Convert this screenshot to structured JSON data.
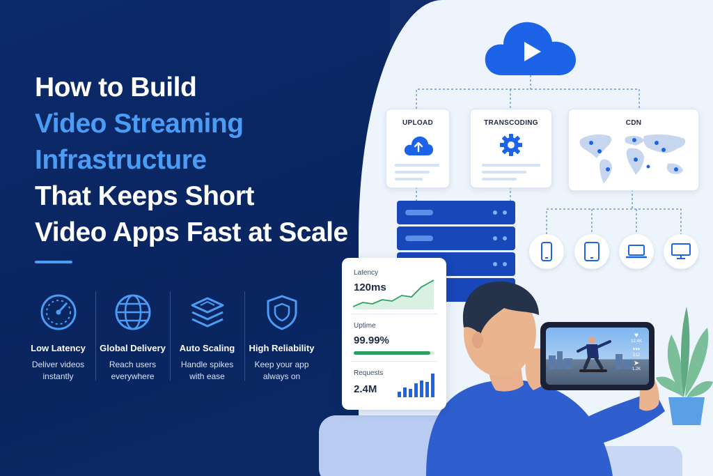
{
  "headline": {
    "line1": "How to Build",
    "line2": "Video Streaming",
    "line3": "Infrastructure",
    "line4": "That Keeps Short",
    "line5": "Video Apps Fast at Scale"
  },
  "features": [
    {
      "icon": "speedometer-icon",
      "title": "Low Latency",
      "desc1": "Deliver videos",
      "desc2": "instantly"
    },
    {
      "icon": "globe-icon",
      "title": "Global Delivery",
      "desc1": "Reach users",
      "desc2": "everywhere"
    },
    {
      "icon": "layers-icon",
      "title": "Auto Scaling",
      "desc1": "Handle spikes",
      "desc2": "with ease"
    },
    {
      "icon": "shield-icon",
      "title": "High Reliability",
      "desc1": "Keep your app",
      "desc2": "always on"
    }
  ],
  "diagram": {
    "upload_label": "UPLOAD",
    "transcoding_label": "TRANSCODING",
    "cdn_label": "CDN"
  },
  "metrics": {
    "latency_label": "Latency",
    "latency_value": "120ms",
    "uptime_label": "Uptime",
    "uptime_value": "99.99%",
    "uptime_fraction": 0.95,
    "requests_label": "Requests",
    "requests_value": "2.4M"
  },
  "phone_overlay": {
    "likes": "12.4K",
    "comments": "512",
    "shares": "1.2K"
  },
  "colors": {
    "navy": "#0b2a6a",
    "accent_blue": "#4b9cf5",
    "brand_blue": "#1d63e8",
    "panel_bg": "#eef4fc",
    "chart_green": "#2e9e63"
  }
}
